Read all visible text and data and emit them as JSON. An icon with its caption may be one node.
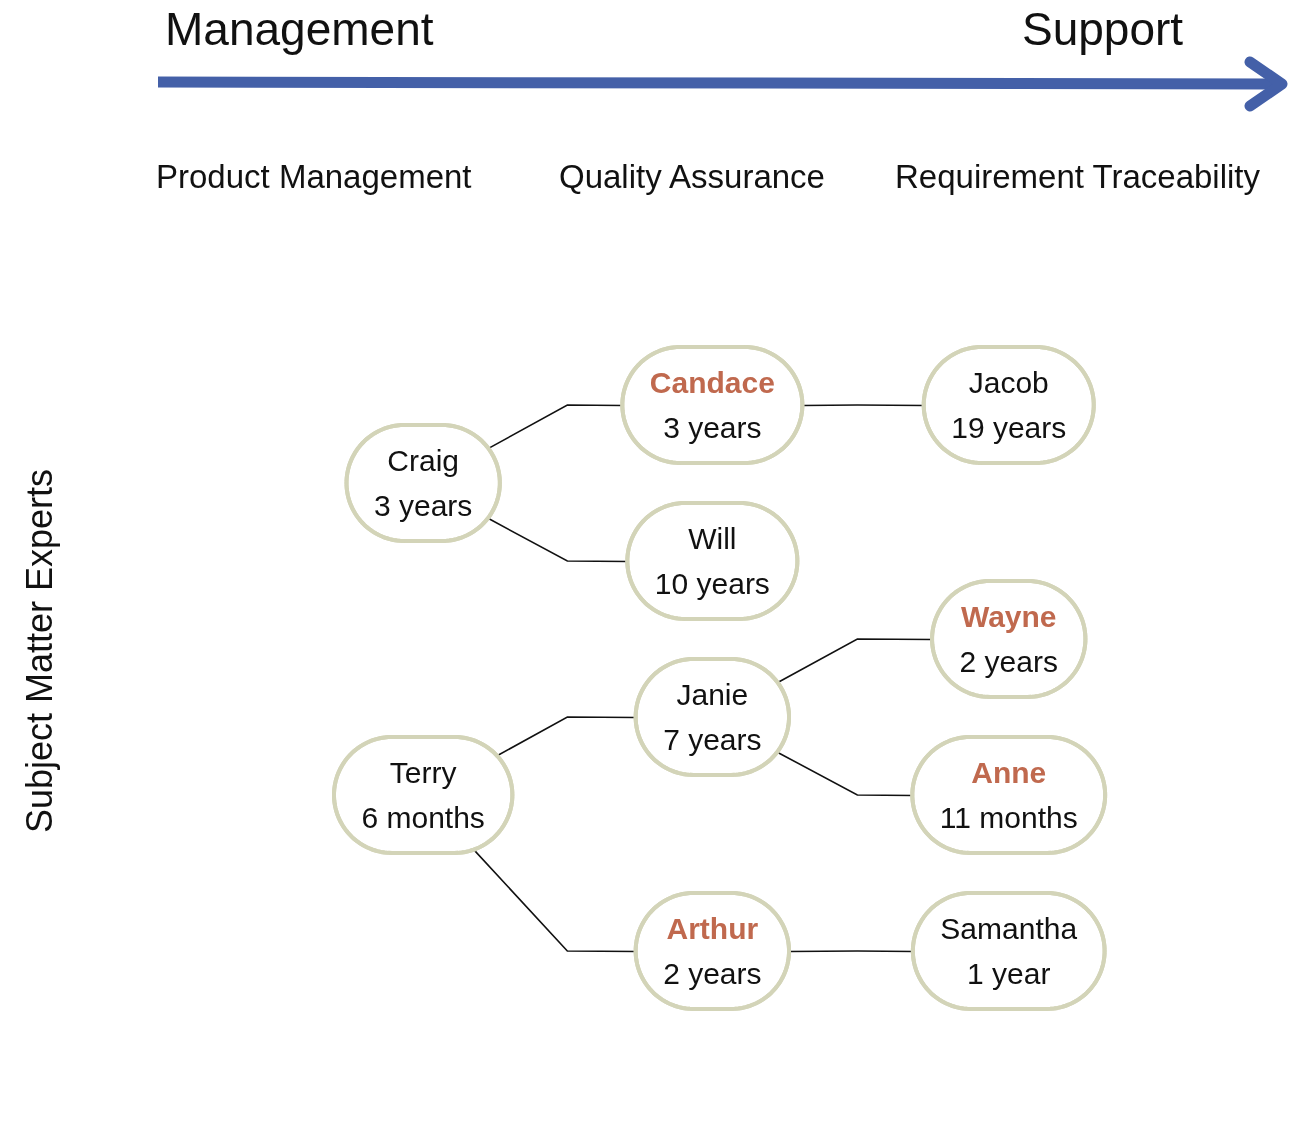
{
  "diagram": {
    "nodes": [
      {
        "text": [
          "Craig",
          "3 years"
        ]
      },
      {
        "text": [
          "Candace",
          "3 years"
        ]
      },
      {
        "text": [
          "Will",
          "10 years"
        ]
      },
      {
        "text": [
          "Jacob",
          "19 years"
        ]
      },
      {
        "text": [
          "Terry",
          "6 months"
        ]
      },
      {
        "text": [
          "Janie",
          "7 years"
        ]
      },
      {
        "text": [
          "Wayne",
          "2 years"
        ]
      },
      {
        "text": [
          "Anne",
          "11 months"
        ]
      },
      {
        "text": [
          "Arthur",
          "2 years"
        ]
      },
      {
        "text": [
          "Samantha",
          "1 year"
        ]
      }
    ],
    "edges": [
      {
        "from": 0,
        "to": 1,
        "arrow": "none"
      },
      {
        "from": 0,
        "to": 2,
        "arrow": "none"
      },
      {
        "from": 1,
        "to": 3,
        "arrow": "none"
      },
      {
        "from": 4,
        "to": 5,
        "arrow": "none"
      },
      {
        "from": 4,
        "to": 8,
        "arrow": "none"
      },
      {
        "from": 5,
        "to": 6,
        "arrow": "none"
      },
      {
        "from": 5,
        "to": 7,
        "arrow": "none"
      },
      {
        "from": 8,
        "to": 9,
        "arrow": "none"
      }
    ],
    "labels": [
      "Management",
      "Support",
      "Product Management",
      "Quality Assurance",
      "Requirement Traceability",
      "Subject Matter Experts"
    ]
  }
}
